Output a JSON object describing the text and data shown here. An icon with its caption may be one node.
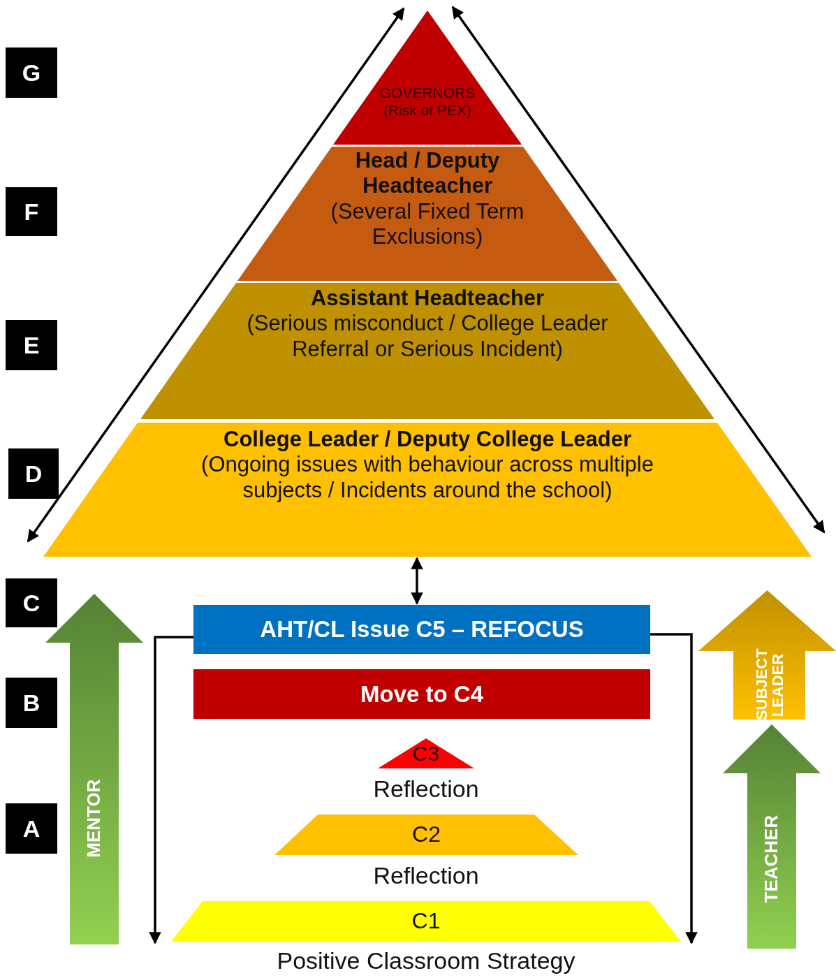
{
  "diagram": {
    "nodes": [
      {
        "text": [
          "GOVERNORS",
          "(Risk of PEX)"
        ]
      },
      {
        "text": [
          "Head / Deputy Headteacher",
          "(Several Fixed Term Exclusions)"
        ]
      },
      {
        "text": [
          "Assistant Headteacher",
          "(Serious misconduct / College Leader Referral or Serious Incident)"
        ]
      },
      {
        "text": [
          "College Leader / Deputy College Leader",
          "(Ongoing issues with behaviour across multiple subjects / Incidents around the school)"
        ]
      },
      {
        "text": [
          "AHT/CL Issue C5 – REFOCUS"
        ]
      },
      {
        "text": [
          "Move to C4"
        ]
      },
      {
        "text": [
          "C3"
        ],
        "beside": [
          "Reflection"
        ]
      },
      {
        "text": [
          "C2"
        ],
        "beside": [
          "Reflection"
        ]
      },
      {
        "text": [
          "C1"
        ],
        "beside": [
          "Positive Classroom Strategy"
        ]
      },
      {
        "text": [
          "MENTOR"
        ]
      },
      {
        "text": [
          "SUBJECT LEADER"
        ]
      },
      {
        "text": [
          "TEACHER"
        ]
      },
      {
        "text": [
          "G"
        ]
      },
      {
        "text": [
          "F"
        ]
      },
      {
        "text": [
          "E"
        ]
      },
      {
        "text": [
          "D"
        ]
      },
      {
        "text": [
          "C"
        ]
      },
      {
        "text": [
          "B"
        ]
      },
      {
        "text": [
          "A"
        ]
      }
    ],
    "edges": [
      {
        "from": 3,
        "to": 4,
        "arrow": "both"
      },
      {
        "from": 4,
        "to": 8,
        "arrow": "to"
      },
      {
        "from": 4,
        "to": 8,
        "arrow": "to"
      },
      {
        "from": 3,
        "to": 0,
        "arrow": "both"
      },
      {
        "from": 3,
        "to": 0,
        "arrow": "both"
      }
    ]
  }
}
